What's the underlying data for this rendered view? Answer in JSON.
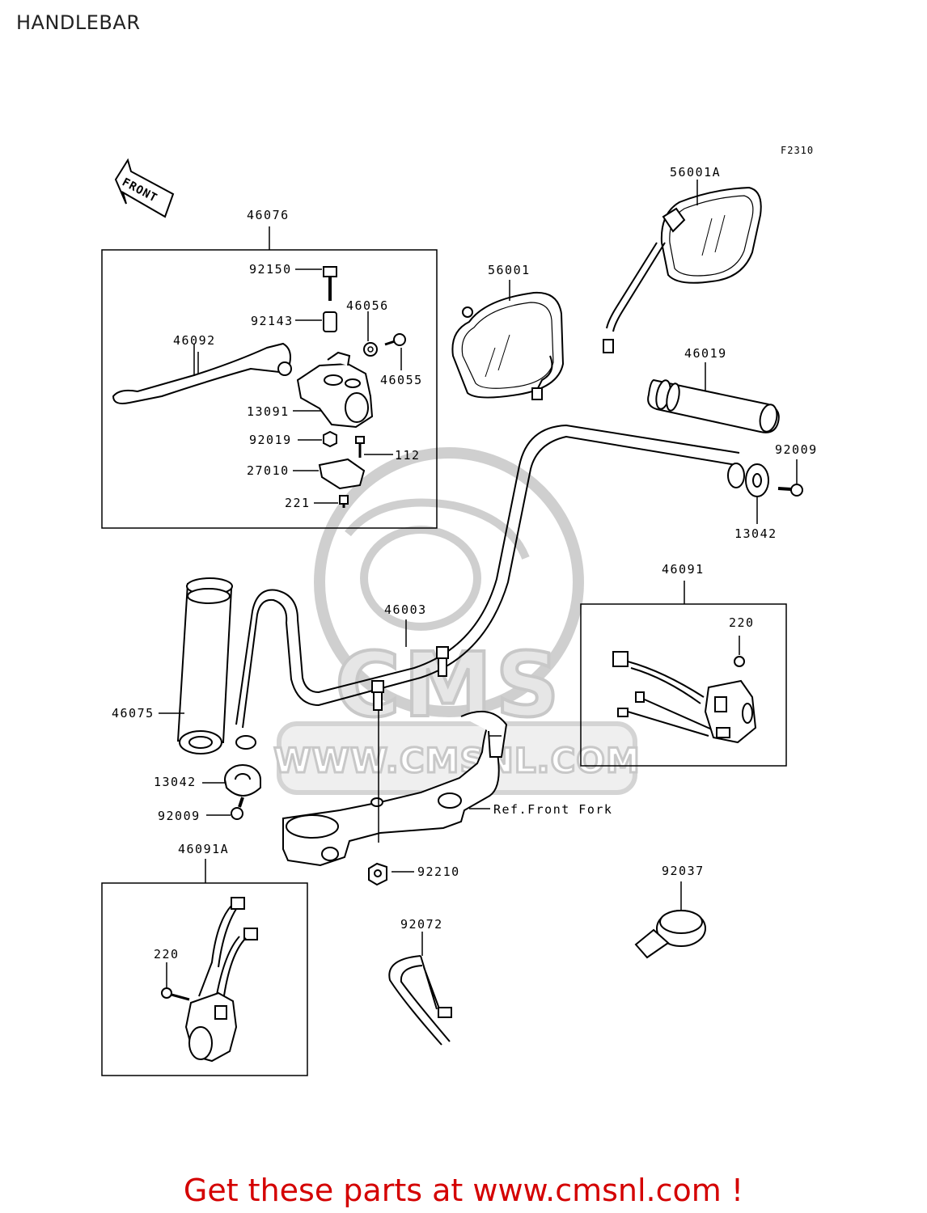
{
  "title": "HANDLEBAR",
  "figure_code": "F2310",
  "front_label": "FRONT",
  "watermark": {
    "brand": "CMS",
    "url": "WWW.CMSNL.COM"
  },
  "callouts": {
    "c46076": "46076",
    "c92150": "92150",
    "c92143": "92143",
    "c46056": "46056",
    "c46092": "46092",
    "c46055": "46055",
    "c13091": "13091",
    "c92019": "92019",
    "c112": "112",
    "c27010": "27010",
    "c221": "221",
    "c56001": "56001",
    "c56001A": "56001A",
    "c46019": "46019",
    "c92009_right": "92009",
    "c13042_right": "13042",
    "c46091": "46091",
    "c220_right": "220",
    "c46003": "46003",
    "c46075": "46075",
    "c13042_left": "13042",
    "c92009_left": "92009",
    "ref_front_fork": "Ref.Front Fork",
    "c46091A": "46091A",
    "c92210": "92210",
    "c92037": "92037",
    "c92072": "92072",
    "c220_left": "220"
  },
  "promo_text": "Get these parts at www.cmsnl.com !",
  "colors": {
    "line": "#000000",
    "watermark": "#c8c8c8",
    "promo": "#d40000"
  }
}
